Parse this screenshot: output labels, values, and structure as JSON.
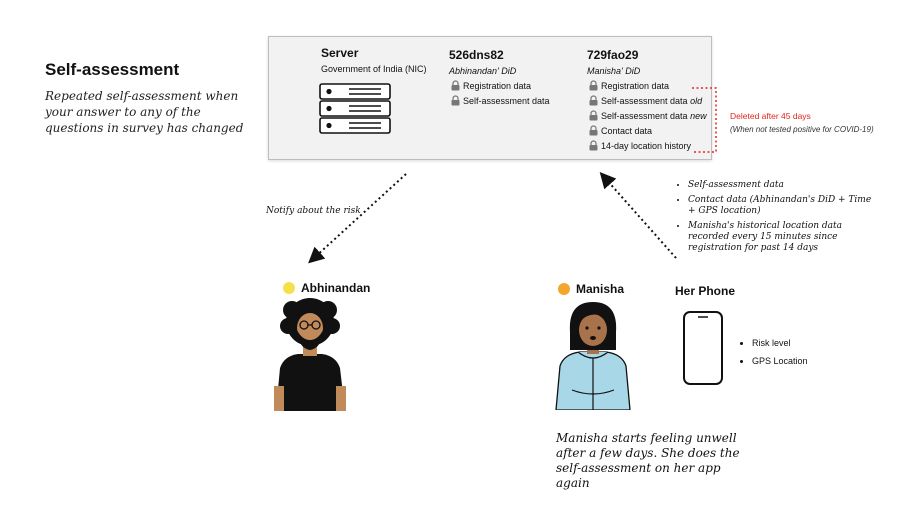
{
  "title": "Self-assessment",
  "subtitle": "Repeated self-assessment when your answer to any of the questions in survey has changed",
  "server": {
    "title": "Server",
    "subtitle": "Government of India (NIC)",
    "col1": {
      "id": "526dns82",
      "owner": "Abhinandan' DiD",
      "rows": [
        "Registration data",
        "Self-assessment data"
      ]
    },
    "col2": {
      "id": "729fao29",
      "owner": "Manisha' DiD",
      "rows": [
        {
          "text": "Registration data",
          "suffix": ""
        },
        {
          "text": "Self-assessment data",
          "suffix": "old"
        },
        {
          "text": "Self-assessment data",
          "suffix": "new"
        },
        {
          "text": "Contact data",
          "suffix": ""
        },
        {
          "text": "14-day location history",
          "suffix": ""
        }
      ]
    }
  },
  "deleted_note": "Deleted after 45 days",
  "deleted_sub": "(When not tested positive for COVID-19)",
  "notify_label": "Notify about the risk",
  "upload_bullets": [
    "Self-assessment data",
    "Contact data (Abhinandan's DiD + Time + GPS location)",
    "Manisha's historical location data recorded every 15 minutes since registration for past 14 days"
  ],
  "person1": {
    "name": "Abhinandan",
    "color": "#f5e04a"
  },
  "person2": {
    "name": "Manisha",
    "color": "#f2a72c"
  },
  "phone": {
    "title": "Her Phone",
    "items": [
      "Risk level",
      "GPS Location"
    ]
  },
  "caption": "Manisha starts feeling unwell after a few days. She does the self-assessment on her app again",
  "colors": {
    "accent_red": "#e0261c",
    "hoodie": "#a8d8e8"
  }
}
